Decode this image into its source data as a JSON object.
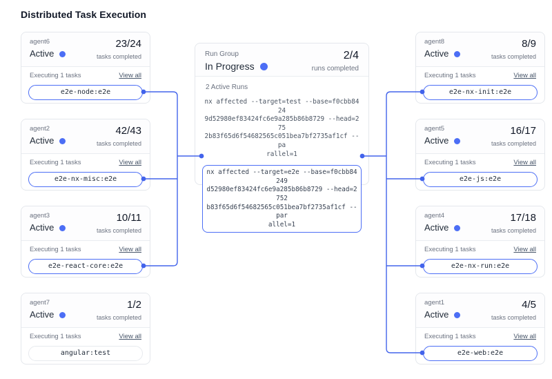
{
  "page": {
    "title": "Distributed Task Execution"
  },
  "colors": {
    "accent": "#4c6ef5",
    "wire": "#4263eb"
  },
  "labels": {
    "tasks_completed": "tasks completed",
    "executing": "Executing 1 tasks",
    "view_all": "View all",
    "runs_completed": "runs completed",
    "run_group": "Run Group"
  },
  "left_agents": [
    {
      "name": "agent6",
      "status": "Active",
      "progress": "23/24",
      "task": "e2e-node:e2e"
    },
    {
      "name": "agent2",
      "status": "Active",
      "progress": "42/43",
      "task": "e2e-nx-misc:e2e"
    },
    {
      "name": "agent3",
      "status": "Active",
      "progress": "10/11",
      "task": "e2e-react-core:e2e"
    },
    {
      "name": "agent7",
      "status": "Active",
      "progress": "1/2",
      "task": "angular:test"
    }
  ],
  "right_agents": [
    {
      "name": "agent8",
      "status": "Active",
      "progress": "8/9",
      "task": "e2e-nx-init:e2e"
    },
    {
      "name": "agent5",
      "status": "Active",
      "progress": "16/17",
      "task": "e2e-js:e2e"
    },
    {
      "name": "agent4",
      "status": "Active",
      "progress": "17/18",
      "task": "e2e-nx-run:e2e"
    },
    {
      "name": "agent1",
      "status": "Active",
      "progress": "4/5",
      "task": "e2e-web:e2e"
    }
  ],
  "run_group": {
    "status": "In Progress",
    "progress": "2/4",
    "active_runs_label": "2 Active Runs",
    "commands": [
      {
        "text": "nx affected --target=test --base=f0cbb8424\n9d52980ef83424fc6e9a285b86b8729 --head=275\n2b83f65d6f54682565c051bea7bf2735af1cf --pa\nrallel=1",
        "highlighted": false
      },
      {
        "text": "nx affected --target=e2e --base=f0cbb84249\nd52980ef83424fc6e9a285b86b8729 --head=2752\nb83f65d6f54682565c051bea7bf2735af1cf --par\nallel=1",
        "highlighted": true
      }
    ]
  }
}
